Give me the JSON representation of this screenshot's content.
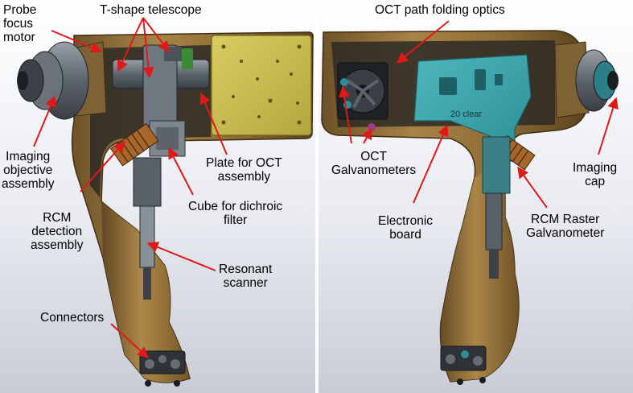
{
  "labels": {
    "probe_focus_motor": "Probe\nfocus\nmotor",
    "t_shape_telescope": "T-shape telescope",
    "oct_path_folding_optics": "OCT path folding optics",
    "imaging_objective_assembly": "Imaging\nobjective\nassembly",
    "plate_for_oct_assembly": "Plate for OCT\nassembly",
    "rcm_detection_assembly": "RCM\ndetection\nassembly",
    "cube_for_dichroic_filter": "Cube for dichroic\nfilter",
    "resonant_scanner": "Resonant\nscanner",
    "connectors": "Connectors",
    "oct_galvanometers": "OCT\nGalvanometers",
    "electronic_board": "Electronic\nboard",
    "imaging_cap": "Imaging\ncap",
    "rcm_raster_galvanometer": "RCM Raster\nGalvanometer"
  },
  "engravings": {
    "board_text": "20 clear"
  },
  "colors": {
    "housing": "#8a6a35",
    "housing_dark": "#4a3818",
    "plate": "#c9bd52",
    "board": "#3aa3ab",
    "arrow": "#e01818",
    "background": "#e3e5ec"
  }
}
